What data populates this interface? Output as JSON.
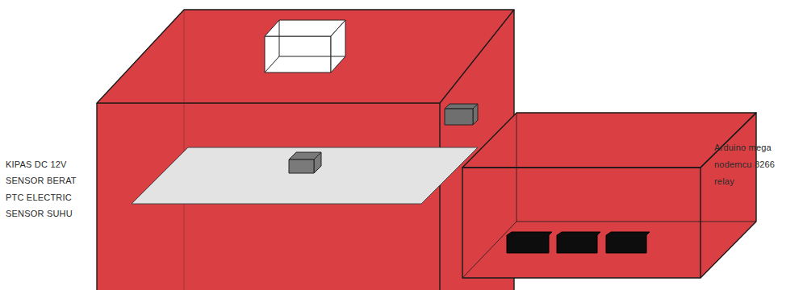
{
  "diagram": {
    "labels": [
      "KIPAS DC 12V",
      "SENSOR BERAT",
      "PTC ELECTRIC",
      "SENSOR SUHU",
      "Arduino mega",
      "nodemcu 8266",
      "relay"
    ]
  }
}
